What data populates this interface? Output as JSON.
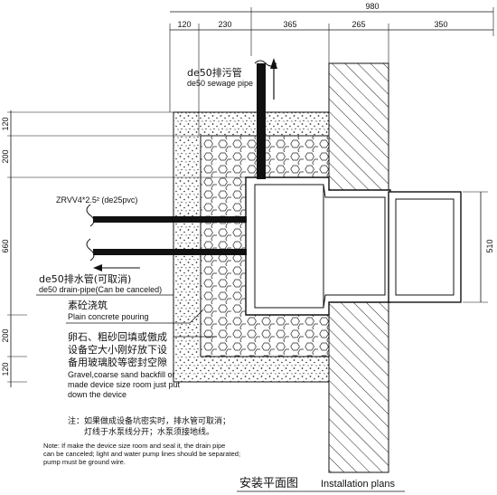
{
  "dimensions": {
    "top_total": "980",
    "top": [
      "120",
      "230",
      "365",
      "265",
      "350"
    ],
    "left": [
      "120",
      "200",
      "660",
      "200",
      "120"
    ],
    "right": "510"
  },
  "labels": {
    "sewage_cn": "de50排污管",
    "sewage_en": "de50 sewage pipe",
    "cable": "ZRVV4*2.5² (de25pvc)",
    "drain_cn": "de50排水管(可取消)",
    "drain_en": "de50 drain-pipe(Can be canceled)",
    "concrete_cn": "素砼浇筑",
    "concrete_en": "Plain concrete pouring",
    "gravel_cn": [
      "卵石、粗砂回填或傲成",
      "设备空大小刚好放下设",
      "备用玻璃胶等密封空隙"
    ],
    "gravel_en": [
      "Gravel,coarse sand backfill or",
      "made device size room just put",
      "down the device"
    ]
  },
  "note": {
    "cn": [
      "注：如果做成设备坑密实时，排水管可取消；",
      "灯线于水泵线分开；水泵须接地线。"
    ],
    "en": [
      "Note: If make the device size room and seal it, the drain pipe",
      "can be canceled; light and water pump lines should be separated;",
      "pump must be ground wire."
    ]
  },
  "title": {
    "cn": "安装平面图",
    "en": "Installation plans"
  }
}
